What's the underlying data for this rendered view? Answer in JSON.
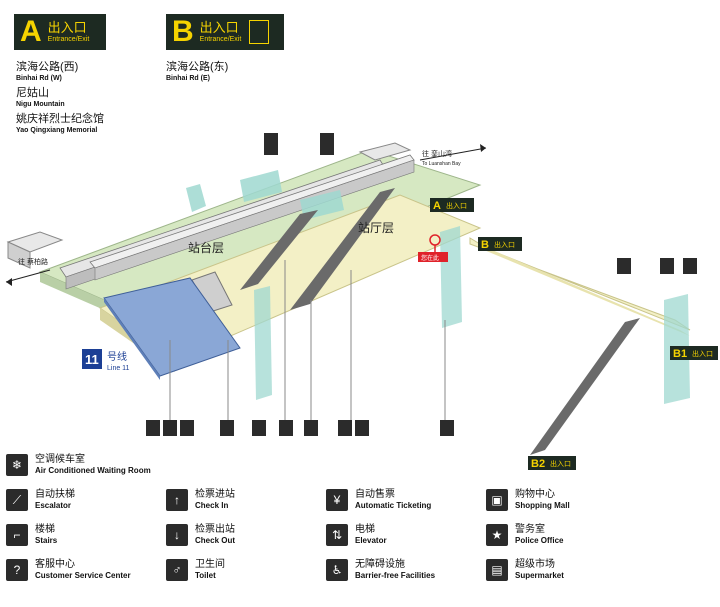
{
  "exit_a": {
    "letter": "A",
    "label_cn": "出入口",
    "label_en": "Entrance/Exit"
  },
  "exit_b": {
    "letter": "B",
    "label_cn": "出入口",
    "label_en": "Entrance/Exit"
  },
  "destinations_a": [
    {
      "cn": "滨海公路(西)",
      "en": "Binhai Rd (W)"
    },
    {
      "cn": "尼姑山",
      "en": "Nigu Mountain"
    },
    {
      "cn": "姚庆祥烈士纪念馆",
      "en": "Yao Qingxiang Memorial"
    }
  ],
  "destinations_b": [
    {
      "cn": "滨海公路(东)",
      "en": "Binhai Rd (E)"
    }
  ],
  "diagram": {
    "platform_level": "站台层",
    "concourse_level": "站厅层",
    "line_cn": "号线",
    "line_en": "Line 11",
    "line_number": "11",
    "dir_east_cn": "往 銮山湾",
    "dir_east_en": "To Luanshan Bay",
    "dir_west_cn": "往 蔡柏路",
    "you_are_here_cn": "您在此",
    "exit_b1": "B1",
    "exit_b2": "B2",
    "exit_a_letter": "A",
    "exit_b_letter": "B",
    "exit_cn": "出入口"
  },
  "legend": [
    {
      "icon": "snowflake-icon",
      "cn": "空调候车室",
      "en": "Air Conditioned Waiting Room"
    },
    {
      "icon": "escalator-icon",
      "cn": "自动扶梯",
      "en": "Escalator"
    },
    {
      "icon": "check-in-icon",
      "cn": "检票进站",
      "en": "Check In"
    },
    {
      "icon": "ticket-machine-icon",
      "cn": "自动售票",
      "en": "Automatic Ticketing"
    },
    {
      "icon": "shopping-icon",
      "cn": "购物中心",
      "en": "Shopping Mall"
    },
    {
      "icon": "stairs-icon",
      "cn": "楼梯",
      "en": "Stairs"
    },
    {
      "icon": "check-out-icon",
      "cn": "检票出站",
      "en": "Check Out"
    },
    {
      "icon": "elevator-icon",
      "cn": "电梯",
      "en": "Elevator"
    },
    {
      "icon": "police-icon",
      "cn": "警务室",
      "en": "Police Office"
    },
    {
      "icon": "service-center-icon",
      "cn": "客服中心",
      "en": "Customer Service Center"
    },
    {
      "icon": "toilet-icon",
      "cn": "卫生间",
      "en": "Toilet"
    },
    {
      "icon": "wheelchair-icon",
      "cn": "无障碍设施",
      "en": "Barrier-free Facilities"
    },
    {
      "icon": "supermarket-icon",
      "cn": "超级市场",
      "en": "Supermarket"
    }
  ],
  "colors": {
    "badge_bg": "#1d2a22",
    "badge_fg": "#f5d300",
    "platform": "#d6e8c2",
    "concourse": "#f3f0c6",
    "glass": "#9fd8d0",
    "line11": "#1c3f95",
    "here": "#e0222a"
  }
}
